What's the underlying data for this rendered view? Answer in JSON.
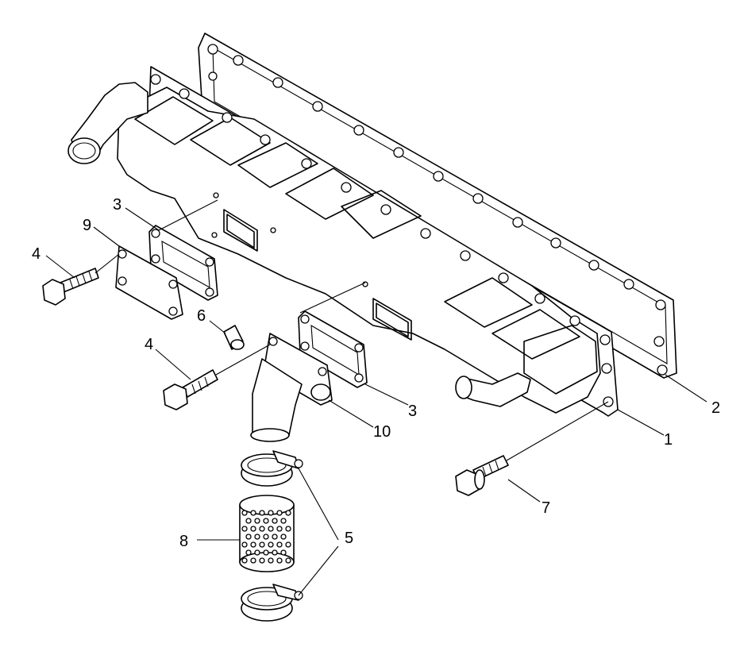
{
  "callouts": [
    {
      "id": "c1",
      "label": "1"
    },
    {
      "id": "c2",
      "label": "2"
    },
    {
      "id": "c3a",
      "label": "3"
    },
    {
      "id": "c3b",
      "label": "3"
    },
    {
      "id": "c4a",
      "label": "4"
    },
    {
      "id": "c4b",
      "label": "4"
    },
    {
      "id": "c5",
      "label": "5"
    },
    {
      "id": "c6",
      "label": "6"
    },
    {
      "id": "c7",
      "label": "7"
    },
    {
      "id": "c8",
      "label": "8"
    },
    {
      "id": "c9",
      "label": "9"
    },
    {
      "id": "c10",
      "label": "10"
    }
  ]
}
